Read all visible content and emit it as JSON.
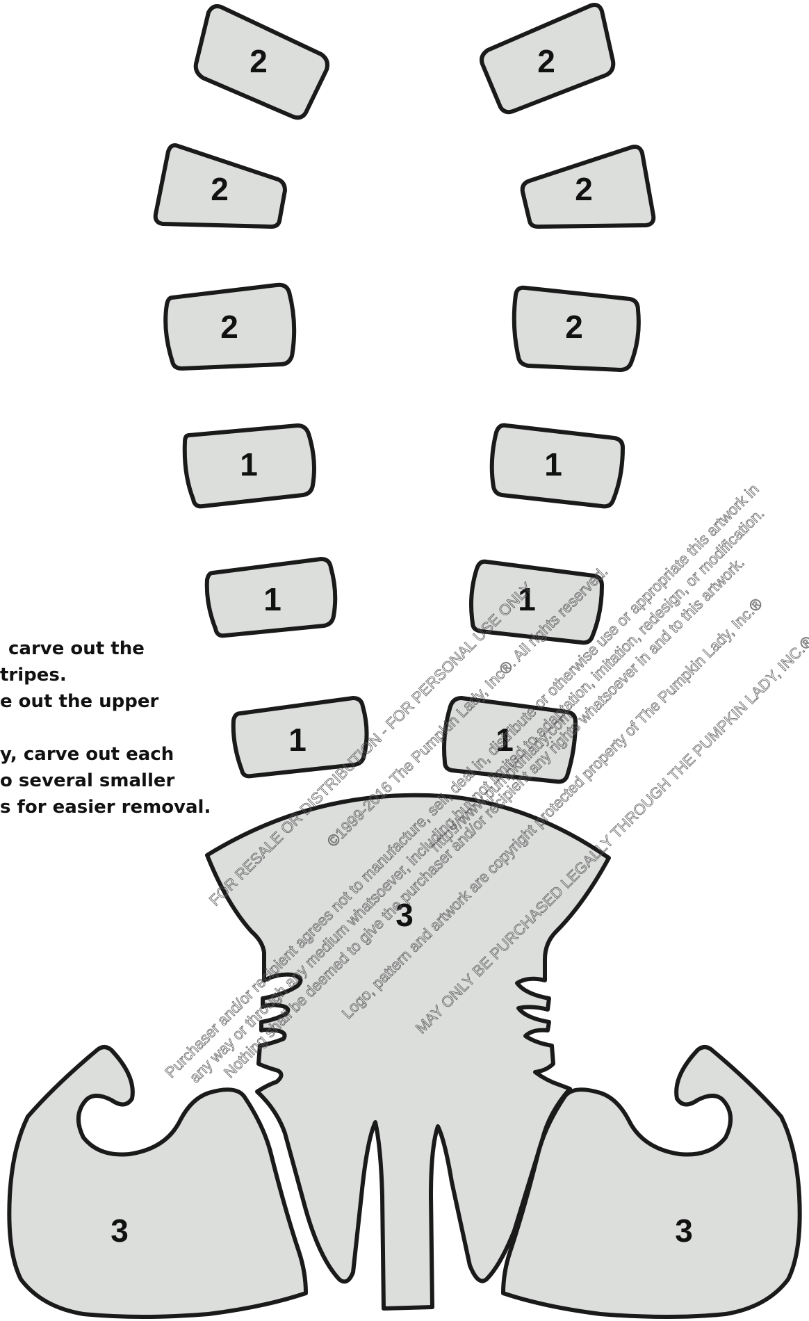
{
  "instructions": {
    "lines": [
      "carve out the",
      "tripes.",
      "e out the upper",
      "y, carve out each",
      "o several smaller",
      "s for easier removal."
    ]
  },
  "pieces": {
    "stripe_left_1": "2",
    "stripe_right_1": "2",
    "stripe_left_2": "2",
    "stripe_right_2": "2",
    "stripe_left_3": "2",
    "stripe_right_3": "2",
    "stripe_left_4": "1",
    "stripe_right_4": "1",
    "stripe_left_5": "1",
    "stripe_right_5": "1",
    "stripe_left_6": "1",
    "stripe_right_6": "1",
    "trousers": "3",
    "shoe_left": "3",
    "shoe_right": "3"
  },
  "watermark": {
    "lines": [
      "Purchaser and/or recipient agrees not to manufacture, sell, deal in, distribute or otherwise use or appropriate this artwork in",
      "any way or through any medium whatsoever, including but not limited to adaptation, imitation, redesign, or modification.",
      "Nothing shall be deemed to give the purchaser and/or recipient any rights whatsoever in and to this artwork.",
      "©1999-2016 The Pumpkin Lady, Inc®. All rights reserved.",
      "Logo, pattern and artwork are copyright protected property of The Pumpkin Lady, Inc.®",
      "http://www.pumpkinlady.com",
      "MAY ONLY BE PURCHASED LEGALLY THROUGH THE PUMPKIN LADY, INC.®",
      "FOR RESALE OR DISTRIBUTION - FOR PERSONAL USE ONLY"
    ]
  },
  "colors": {
    "piece_fill": "#dcdedc",
    "outline": "#1a1a1a",
    "text": "#111111"
  }
}
